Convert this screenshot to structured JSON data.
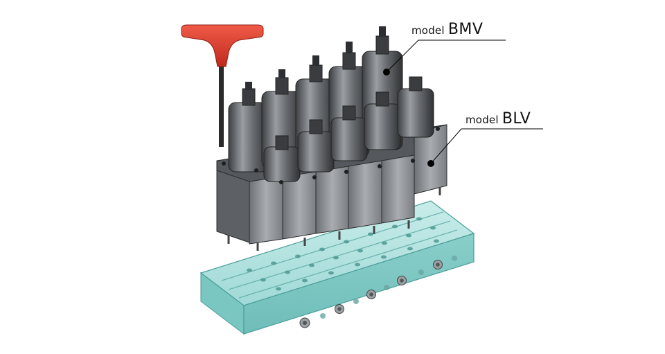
{
  "callouts": {
    "bmv": {
      "prefix": "model",
      "name": "BMV"
    },
    "blv": {
      "prefix": "model",
      "name": "BLV"
    }
  },
  "colors": {
    "wrench_handle": "#d93a2b",
    "wrench_shaft": "#2a2a2a",
    "valve_body": "#5f6266",
    "valve_block": "#8c8f93",
    "manifold_glass": "#8fd3cf",
    "leader_line": "#000000"
  },
  "icons": {
    "wrench": "hex-key-icon",
    "manifold": "manifold-block-icon"
  }
}
